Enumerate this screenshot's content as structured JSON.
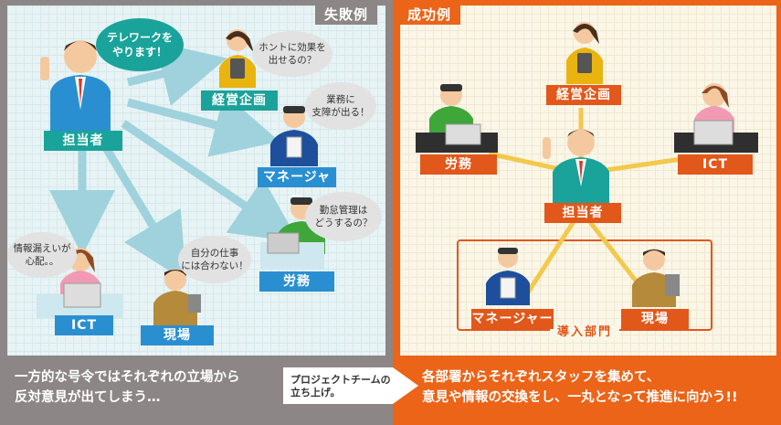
{
  "fail": {
    "title": "失敗例",
    "labels": {
      "tantousha": "担当者",
      "keiei": "経営企画",
      "manager": "マネージャー",
      "ict": "ICT",
      "genba": "現場",
      "roumu": "労務"
    },
    "bubbles": {
      "tantousha_line1": "テレワークを",
      "tantousha_line2": "やります！",
      "keiei_line1": "ホントに効果を",
      "keiei_line2": "出せるの？",
      "manager_line1": "業務に",
      "manager_line2": "支障が出る！",
      "roumu_line1": "勤怠管理は",
      "roumu_line2": "どうするの？",
      "genba_line1": "自分の仕事",
      "genba_line2": "には合わない！",
      "ict_line1": "情報漏えいが",
      "ict_line2": "心配。。"
    },
    "footer_line1": "一方的な号令ではそれぞれの立場から",
    "footer_line2": "反対意見が出てしまう…"
  },
  "success": {
    "title": "成功例",
    "labels": {
      "keiei": "経営企画",
      "roumu": "労務",
      "ict": "ICT",
      "tantousha": "担当者",
      "manager": "マネージャー",
      "genba": "現場"
    },
    "dept_label": "導入部門",
    "footer_line1": "各部署からそれぞれスタッフを集めて、",
    "footer_line2": "意見や情報の交換をし、一丸となって推進に向かう!!"
  },
  "transition": {
    "line1": "プロジェクトチームの",
    "line2": "立ち上げ。"
  },
  "colors": {
    "fail_bg": "#8c8686",
    "success_bg": "#eb6418",
    "teal": "#1aa39a",
    "blue": "#2a8fd0",
    "orange": "#e2571a",
    "arrow": "#9fd2dc"
  }
}
